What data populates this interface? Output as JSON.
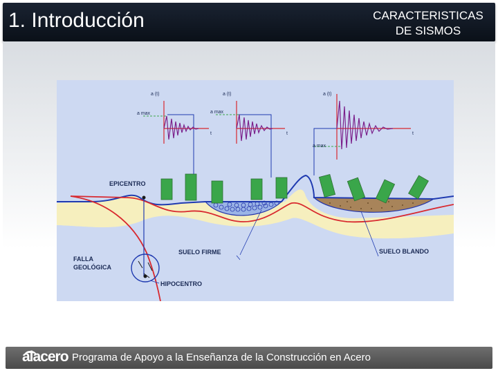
{
  "slide": {
    "title": "1. Introducción",
    "subtitle_line1": "CARACTERISTICAS",
    "subtitle_line2": "DE SISMOS"
  },
  "diagram": {
    "trace_labels": [
      "a (t)",
      "a (t)",
      "a (t)"
    ],
    "amax_labels": [
      "a max",
      "a max",
      "a max"
    ],
    "time_label": "t",
    "epicentro": "EPICENTRO",
    "falla_line1": "FALLA",
    "falla_line2": "GEOLÓGICA",
    "hipocentro": "HIPOCENTRO",
    "suelo_firme": "SUELO FIRME",
    "suelo_blando": "SUELO BLANDO"
  },
  "footer": {
    "logo": "alacero",
    "program": "Programa de Apoyo a la Enseñanza de la Construcción en Acero"
  },
  "colors": {
    "header_bg": "#0d1620",
    "fault_red": "#d8282e",
    "trace_purple": "#7a1f8a",
    "building_green": "#3aa64a",
    "soil_cream": "#f6efbe",
    "soft_soil": "#a8845a",
    "label_blue": "#1a2a55"
  }
}
